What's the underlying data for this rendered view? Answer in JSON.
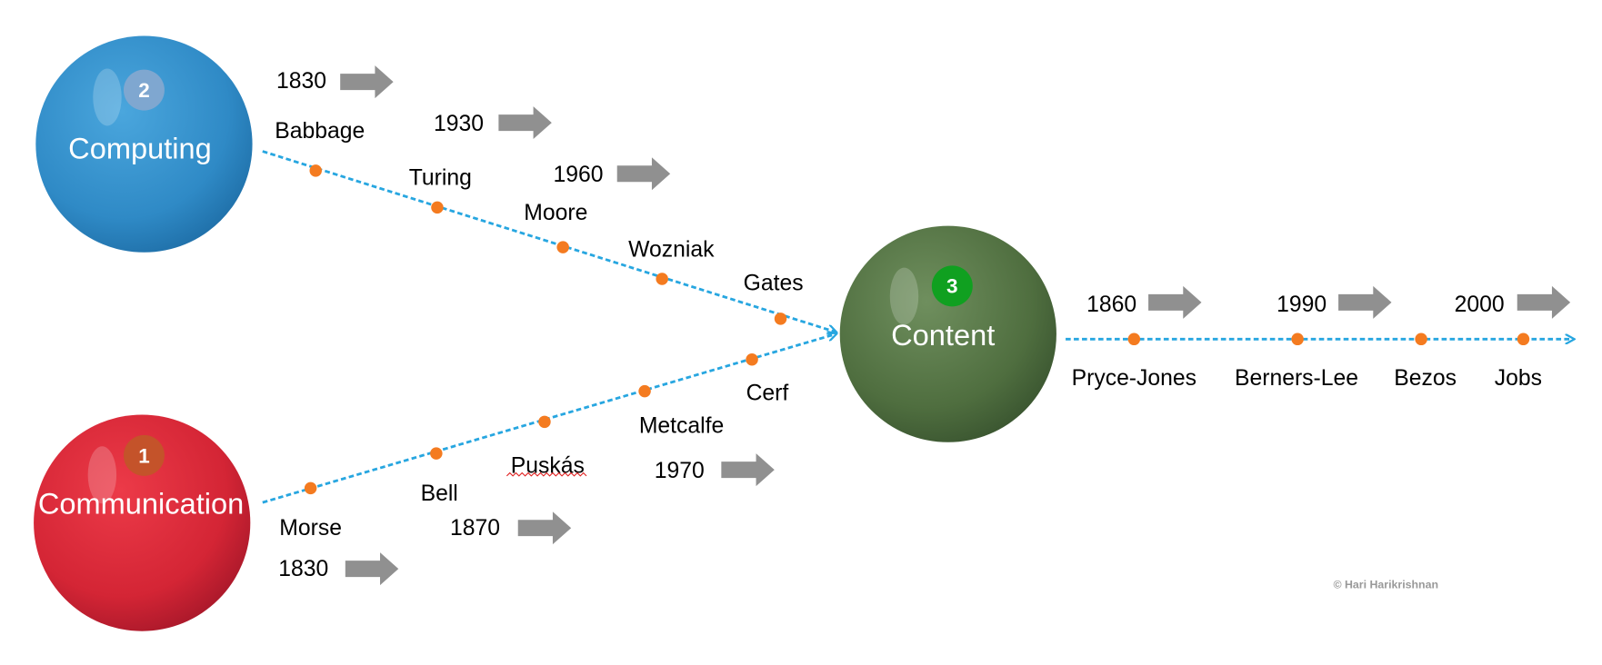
{
  "colors": {
    "computing": "#2f8ac6",
    "communication": "#d42535",
    "content": "#4f6e3f",
    "dashed_line": "#27a6e0",
    "dot": "#f47b20",
    "arrow": "#909090"
  },
  "nodes": {
    "computing": {
      "badge": "2",
      "label": "Computing"
    },
    "communication": {
      "badge": "1",
      "label": "Communication"
    },
    "content": {
      "badge": "3",
      "label": "Content"
    }
  },
  "computing_people": [
    "Babbage",
    "Turing",
    "Moore",
    "Wozniak",
    "Gates"
  ],
  "computing_years": [
    "1830",
    "1930",
    "1960"
  ],
  "communication_people": [
    "Morse",
    "Bell",
    "Puskás",
    "Metcalfe",
    "Cerf"
  ],
  "communication_years": [
    "1830",
    "1870",
    "1970"
  ],
  "content_people": [
    "Pryce-Jones",
    "Berners-Lee",
    "Bezos",
    "Jobs"
  ],
  "content_years": [
    "1860",
    "1990",
    "2000"
  ],
  "copyright": "© Hari Harikrishnan"
}
